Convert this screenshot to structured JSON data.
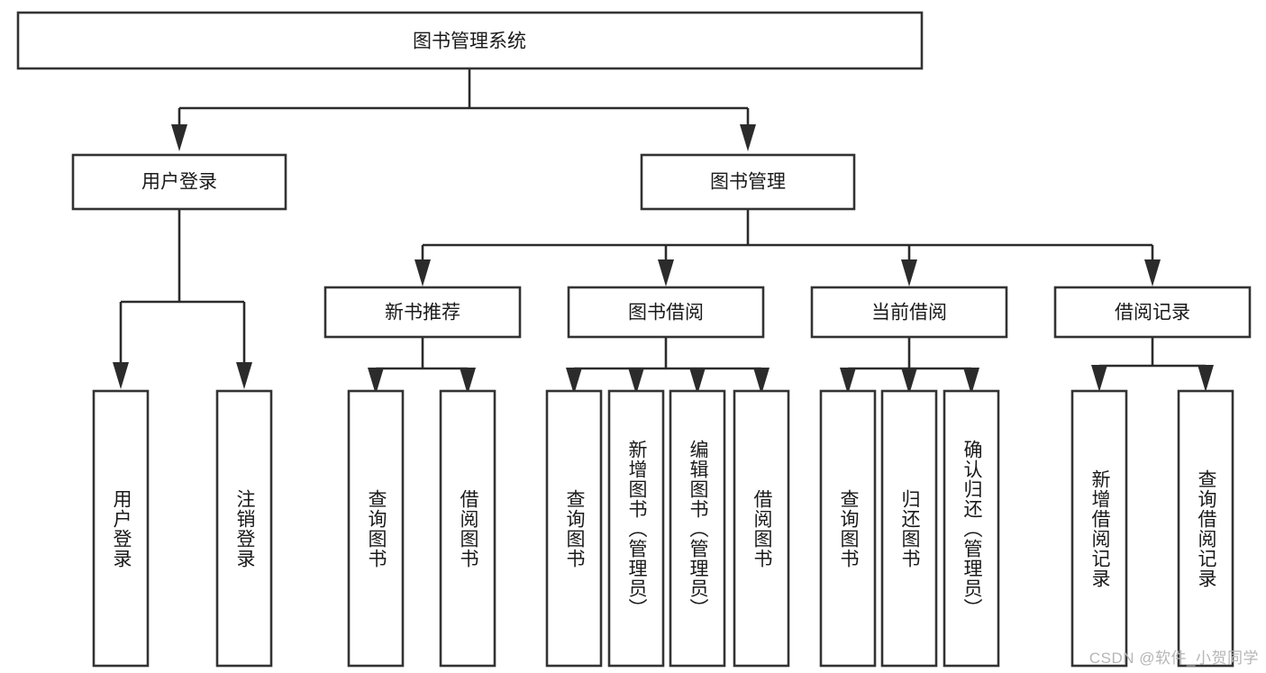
{
  "diagram": {
    "type": "tree",
    "title_node": {
      "label": "图书管理系统"
    },
    "level2": [
      {
        "id": "user-login",
        "label": "用户登录"
      },
      {
        "id": "book-management",
        "label": "图书管理"
      }
    ],
    "level3": [
      {
        "id": "new-book-recommend",
        "label": "新书推荐"
      },
      {
        "id": "book-borrow",
        "label": "图书借阅"
      },
      {
        "id": "current-borrow",
        "label": "当前借阅"
      },
      {
        "id": "borrow-record",
        "label": "借阅记录"
      }
    ],
    "leaves": {
      "user_login": [
        {
          "id": "leaf-user-login",
          "label": "用户登录"
        },
        {
          "id": "leaf-logout-login",
          "label": "注销登录"
        }
      ],
      "new_book_recommend": [
        {
          "id": "leaf-query-book-1",
          "label": "查询图书"
        },
        {
          "id": "leaf-borrow-book-1",
          "label": "借阅图书"
        }
      ],
      "book_borrow": [
        {
          "id": "leaf-query-book-2",
          "label": "查询图书"
        },
        {
          "id": "leaf-add-book",
          "label": "新增图书（管理员）"
        },
        {
          "id": "leaf-edit-book",
          "label": "编辑图书（管理员）"
        },
        {
          "id": "leaf-borrow-book-2",
          "label": "借阅图书"
        }
      ],
      "current_borrow": [
        {
          "id": "leaf-query-book-3",
          "label": "查询图书"
        },
        {
          "id": "leaf-return-book",
          "label": "归还图书"
        },
        {
          "id": "leaf-confirm-return",
          "label": "确认归还（管理员）"
        }
      ],
      "borrow_record": [
        {
          "id": "leaf-add-record",
          "label": "新增借阅记录"
        },
        {
          "id": "leaf-query-record",
          "label": "查询借阅记录"
        }
      ]
    },
    "colors": {
      "box_border": "#333333",
      "box_fill": "#ffffff",
      "connector": "#2b2b2b",
      "text": "#1a1a1a",
      "watermark": "#b6b6b6",
      "background": "#ffffff"
    }
  },
  "watermark": {
    "text": "CSDN @软件_小贺同学"
  }
}
